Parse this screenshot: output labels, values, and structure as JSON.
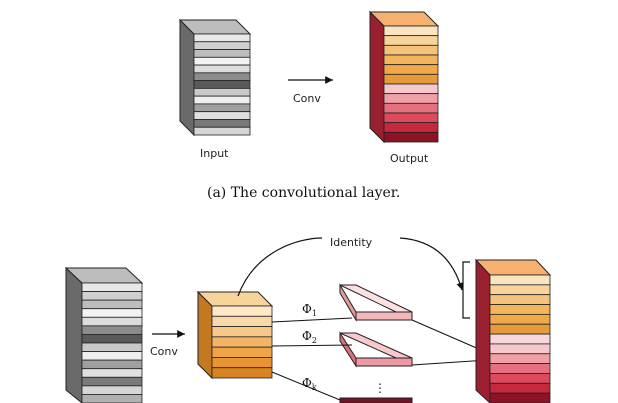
{
  "panel_a": {
    "input_label": "Input",
    "output_label": "Output",
    "conv_label": "Conv",
    "caption": "(a) The convolutional layer."
  },
  "panel_b": {
    "conv_label": "Conv",
    "identity_label": "Identity",
    "phi_symbol": "Φ",
    "phi_subscripts": [
      "1",
      "2",
      "k"
    ],
    "ellipsis": "⋮"
  },
  "colors": {
    "gray_dark": "#555555",
    "gray_mid": "#8c8c8c",
    "gray_light": "#d9d9d9",
    "orange": "#f0a848",
    "orange_light": "#f8d49a",
    "red": "#d23a4a",
    "red_light": "#f6c8cc",
    "dark_red": "#7a1020"
  }
}
